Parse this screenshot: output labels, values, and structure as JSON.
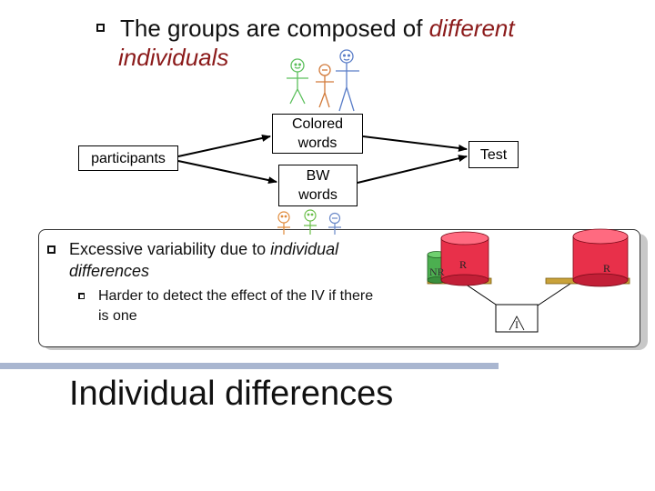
{
  "bullet1": {
    "text_pre": "The groups are composed of ",
    "text_emph": "different",
    "text_line2": "individuals"
  },
  "diagram": {
    "participants": "participants",
    "colored_line1": "Colored",
    "colored_line2": "words",
    "bw_line1": "BW",
    "bw_line2": "words",
    "test": "Test"
  },
  "callout": {
    "bullet_pre": "Excessive variability due to ",
    "bullet_emph": "individual",
    "bullet_line2": "differences",
    "sub_line1": "Harder to detect the effect of the IV if there",
    "sub_line2": "is one",
    "nr_label": "NR",
    "r_label_1": "R",
    "r_label_2": "R",
    "i_label": "I"
  },
  "slide_title": "Individual differences",
  "colors": {
    "emphasis": "#8b1a1a",
    "accent_rule": "#a9b6d0",
    "cylinder_red": "#e8304a",
    "cylinder_green": "#4caf50",
    "tray": "#c9a23a"
  }
}
